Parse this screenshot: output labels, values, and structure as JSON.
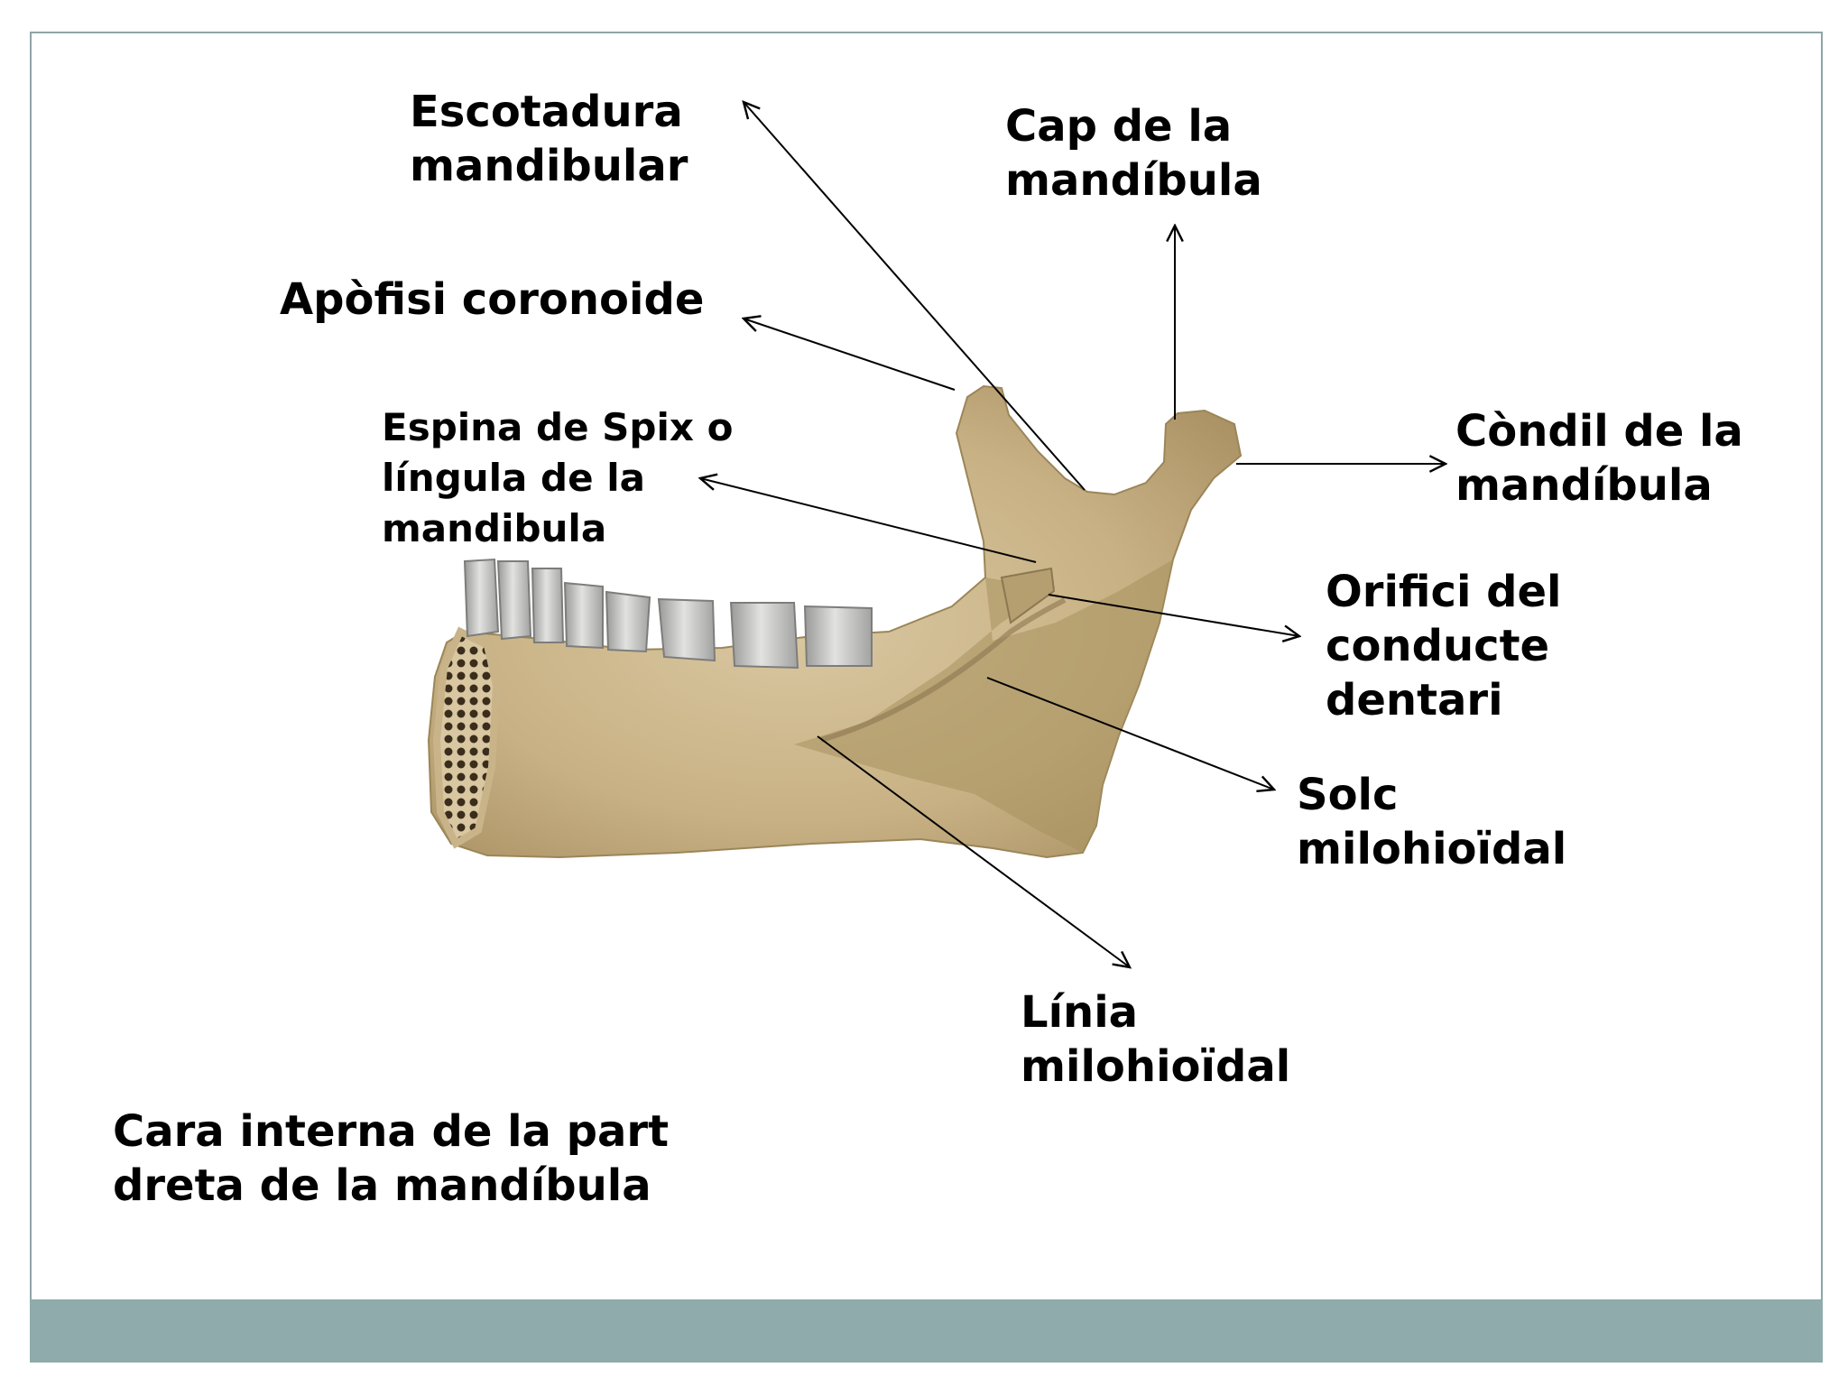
{
  "colors": {
    "frame_border": "#8fa5a7",
    "footer_bar": "#8fabab",
    "bone": "#cdb891",
    "bone_shadow": "#a28d63",
    "teeth": "#d4d4d2",
    "arrow": "#000000"
  },
  "labels": {
    "escotadura": "Escotadura\nmandibular",
    "cap": "Cap de la\nmandíbula",
    "apofisi": "Apòfisi coronoide",
    "espina": "Espina de Spix o\nlíngula de la\nmandibula",
    "condil": "Còndil de la\nmandíbula",
    "orifici": "Orifici del\nconducte\ndentari",
    "solc": "Solc\nmilohioïdal",
    "linia": "Línia\nmilohioïdal",
    "caption": "Cara interna de la part\ndreta de la mandíbula"
  }
}
